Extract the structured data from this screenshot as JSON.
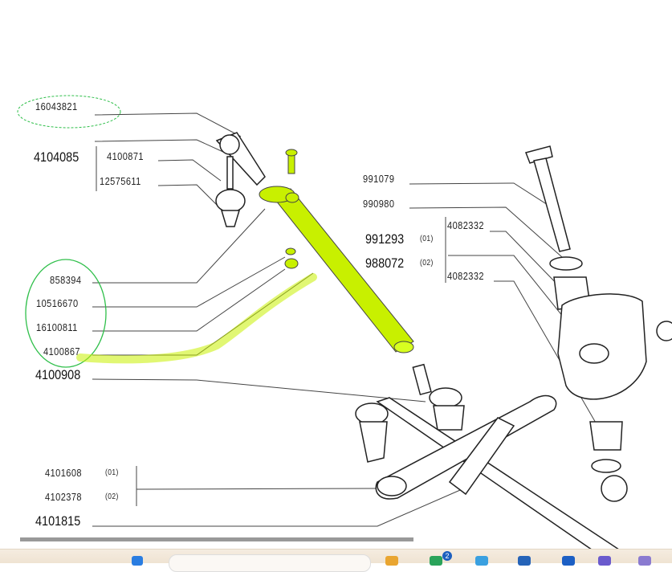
{
  "labels_left": {
    "circled_top": "16043821",
    "assembly": "4104085",
    "sub_1": "4100871",
    "sub_2": "12575611",
    "circled_group": [
      "858394",
      "10516670",
      "16100811",
      "4100867"
    ],
    "below_group": "4100908"
  },
  "labels_right": {
    "bolt": "991079",
    "washer": "990980",
    "nut_01": "991293",
    "nut_01_variant": "(01)",
    "nut_02": "988072",
    "nut_02_variant": "(02)",
    "bracket_top": "4082332",
    "bracket_bottom": "4082332"
  },
  "labels_bottom": {
    "arm_01": "4101608",
    "arm_01_variant": "(01)",
    "arm_02": "4102378",
    "arm_02_variant": "(02)",
    "rod": "4101815"
  },
  "taskbar": {
    "notification_count": "2"
  },
  "colors": {
    "highlight": "#c8f000",
    "circle": "#2fbf4a"
  }
}
